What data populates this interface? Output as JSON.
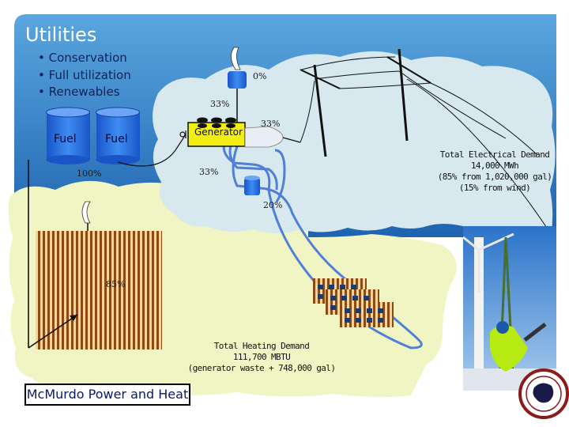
{
  "slide": {
    "title": "Utilities",
    "bullets": [
      "• Conservation",
      "• Full utilization",
      "• Renewables"
    ],
    "footer_label": "McMurdo Power and Heat"
  },
  "diagram": {
    "fuel_tank_1_label": "Fuel",
    "fuel_tank_2_label": "Fuel",
    "generator_label": "Generator",
    "pct_fuel_in": "100%",
    "pct_exhaust": "0%",
    "pct_to_generator": "33%",
    "pct_electric": "33%",
    "pct_waste_heat": "33%",
    "pct_heat_exchanger": "20%",
    "pct_tank_heating": "85%"
  },
  "electrical": {
    "line1": "Total Electrical Demand",
    "line2": "14,000 MWh",
    "line3": "(85% from 1,020,000 gal)",
    "line4": "(15% from wind)"
  },
  "heating": {
    "line1": "Total Heating Demand",
    "line2": "111,700 MBTU",
    "line3": "(generator waste + 748,000 gal)"
  },
  "colors": {
    "header_bg": "#3a86c6",
    "green_cloud": "#f0f5c3",
    "blue_cloud": "#d7e8ef",
    "pipe_blue": "#4f7fd6",
    "tank_blue": "#2f6fe0",
    "generator_yellow": "#f2ee12"
  }
}
